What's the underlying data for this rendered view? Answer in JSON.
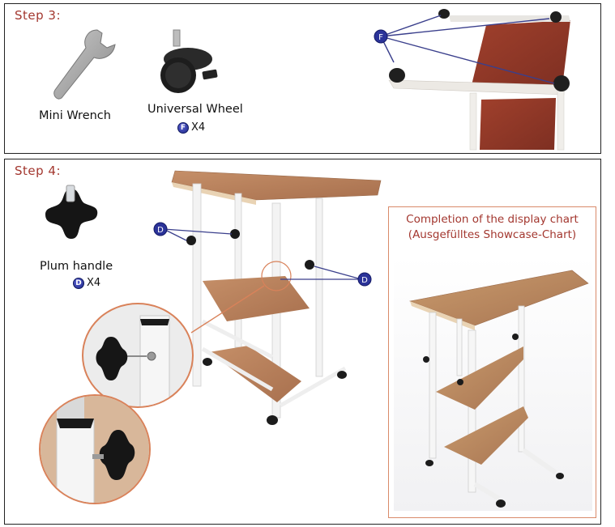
{
  "step3": {
    "title": "Step 3:",
    "items": [
      {
        "name": "Mini Wrench",
        "quantity": null
      },
      {
        "name": "Universal Wheel",
        "badge": "F",
        "quantity": "X4"
      }
    ],
    "diagram_badge": "F"
  },
  "step4": {
    "title": "Step 4:",
    "items": [
      {
        "name": "Plum handle",
        "badge": "D",
        "quantity": "X4"
      }
    ],
    "diagram_badges": [
      "D",
      "D"
    ],
    "completion": {
      "title_line1": "Completion of the display chart",
      "title_line2": "(Ausgefülltes Showcase-Chart)"
    }
  },
  "colors": {
    "title_red": "#a3372f",
    "badge_blue": "#2b3399",
    "circle_orange": "#d9825a",
    "wood": "#b9865a",
    "frame_white": "#f4f4f4",
    "wood_dark_red": "#8e3a2a"
  }
}
